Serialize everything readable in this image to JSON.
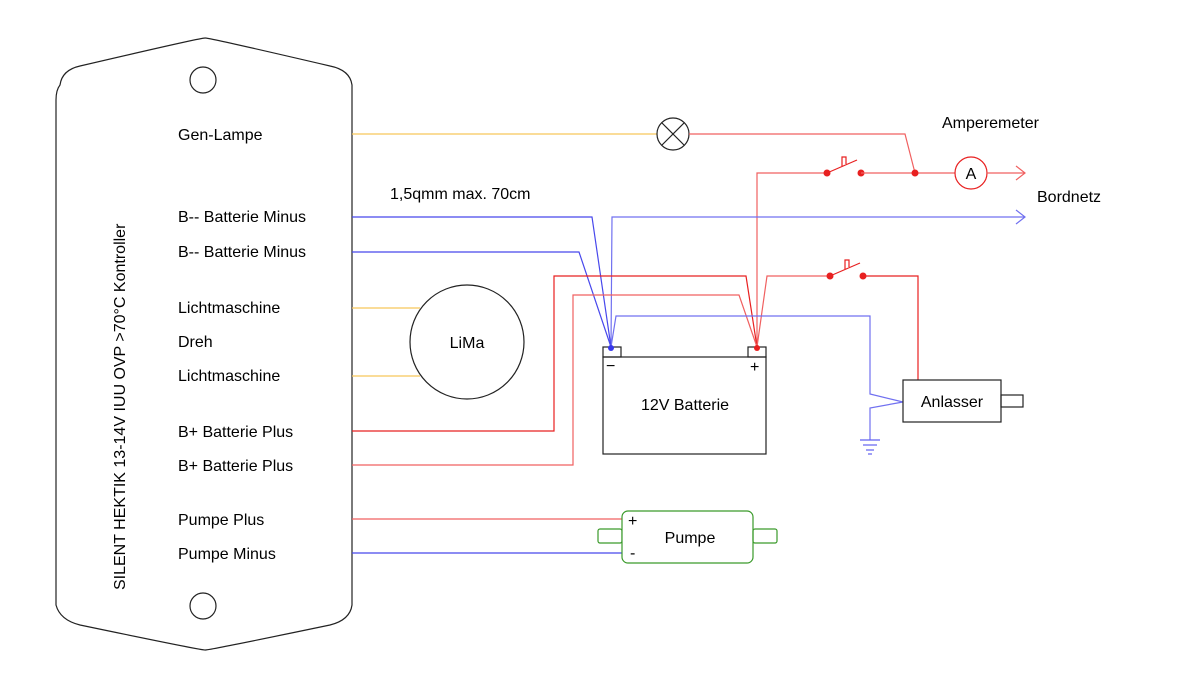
{
  "controller": {
    "title_vertical": "SILENT HEKTIK   13-14V  IUU  OVP  >70°C   Kontroller",
    "terminals": [
      {
        "label": "Gen-Lampe",
        "wire_color": "yellow"
      },
      {
        "label": "B-- Batterie Minus",
        "wire_color": "blue"
      },
      {
        "label": "B-- Batterie Minus",
        "wire_color": "blue"
      },
      {
        "label": "Lichtmaschine",
        "wire_color": "yellow"
      },
      {
        "label": "Dreh",
        "wire_color": ""
      },
      {
        "label": "Lichtmaschine",
        "wire_color": "yellow"
      },
      {
        "label": "B+  Batterie Plus",
        "wire_color": "red"
      },
      {
        "label": "B+  Batterie Plus",
        "wire_color": "red"
      },
      {
        "label": "Pumpe   Plus",
        "wire_color": "red"
      },
      {
        "label": "Pumpe   Minus",
        "wire_color": "blue"
      }
    ]
  },
  "annotations": {
    "cable_note": "1,5qmm  max. 70cm",
    "amperemeter": "Amperemeter",
    "bordnetz": "Bordnetz"
  },
  "components": {
    "lima": "LiMa",
    "battery": "12V Batterie",
    "battery_minus": "−",
    "battery_plus": "+",
    "starter": "Anlasser",
    "pump": "Pumpe",
    "pump_plus": "+",
    "pump_minus": "-",
    "ammeter_symbol": "A"
  },
  "colors": {
    "yellow_wire": "#f7c85a",
    "red_wire": "#e82020",
    "blue_wire": "#4848ec",
    "pump_outline": "#3a9a2a",
    "outline": "#222222"
  }
}
